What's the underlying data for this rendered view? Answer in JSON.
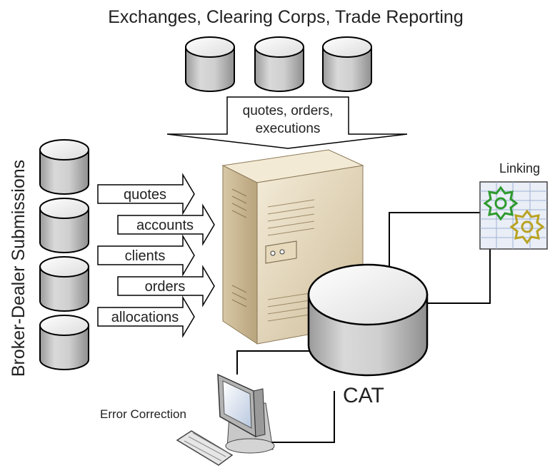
{
  "top_title": "Exchanges, Clearing Corps, Trade Reporting",
  "top_arrow": {
    "line1": "quotes, orders,",
    "line2": "executions"
  },
  "left_title": "Broker-Dealer Submissions",
  "submissions": [
    "quotes",
    "accounts",
    "clients",
    "orders",
    "allocations"
  ],
  "linking_label": "Linking",
  "cat_label": "CAT",
  "error_label": "Error Correction",
  "colors": {
    "db_side": "#c9c9c9",
    "db_top": "#efefef",
    "server": "#e6d8bd",
    "grid": "#e9eef7",
    "gear_green": "#2e9a2e",
    "gear_yellow": "#b9a322"
  }
}
